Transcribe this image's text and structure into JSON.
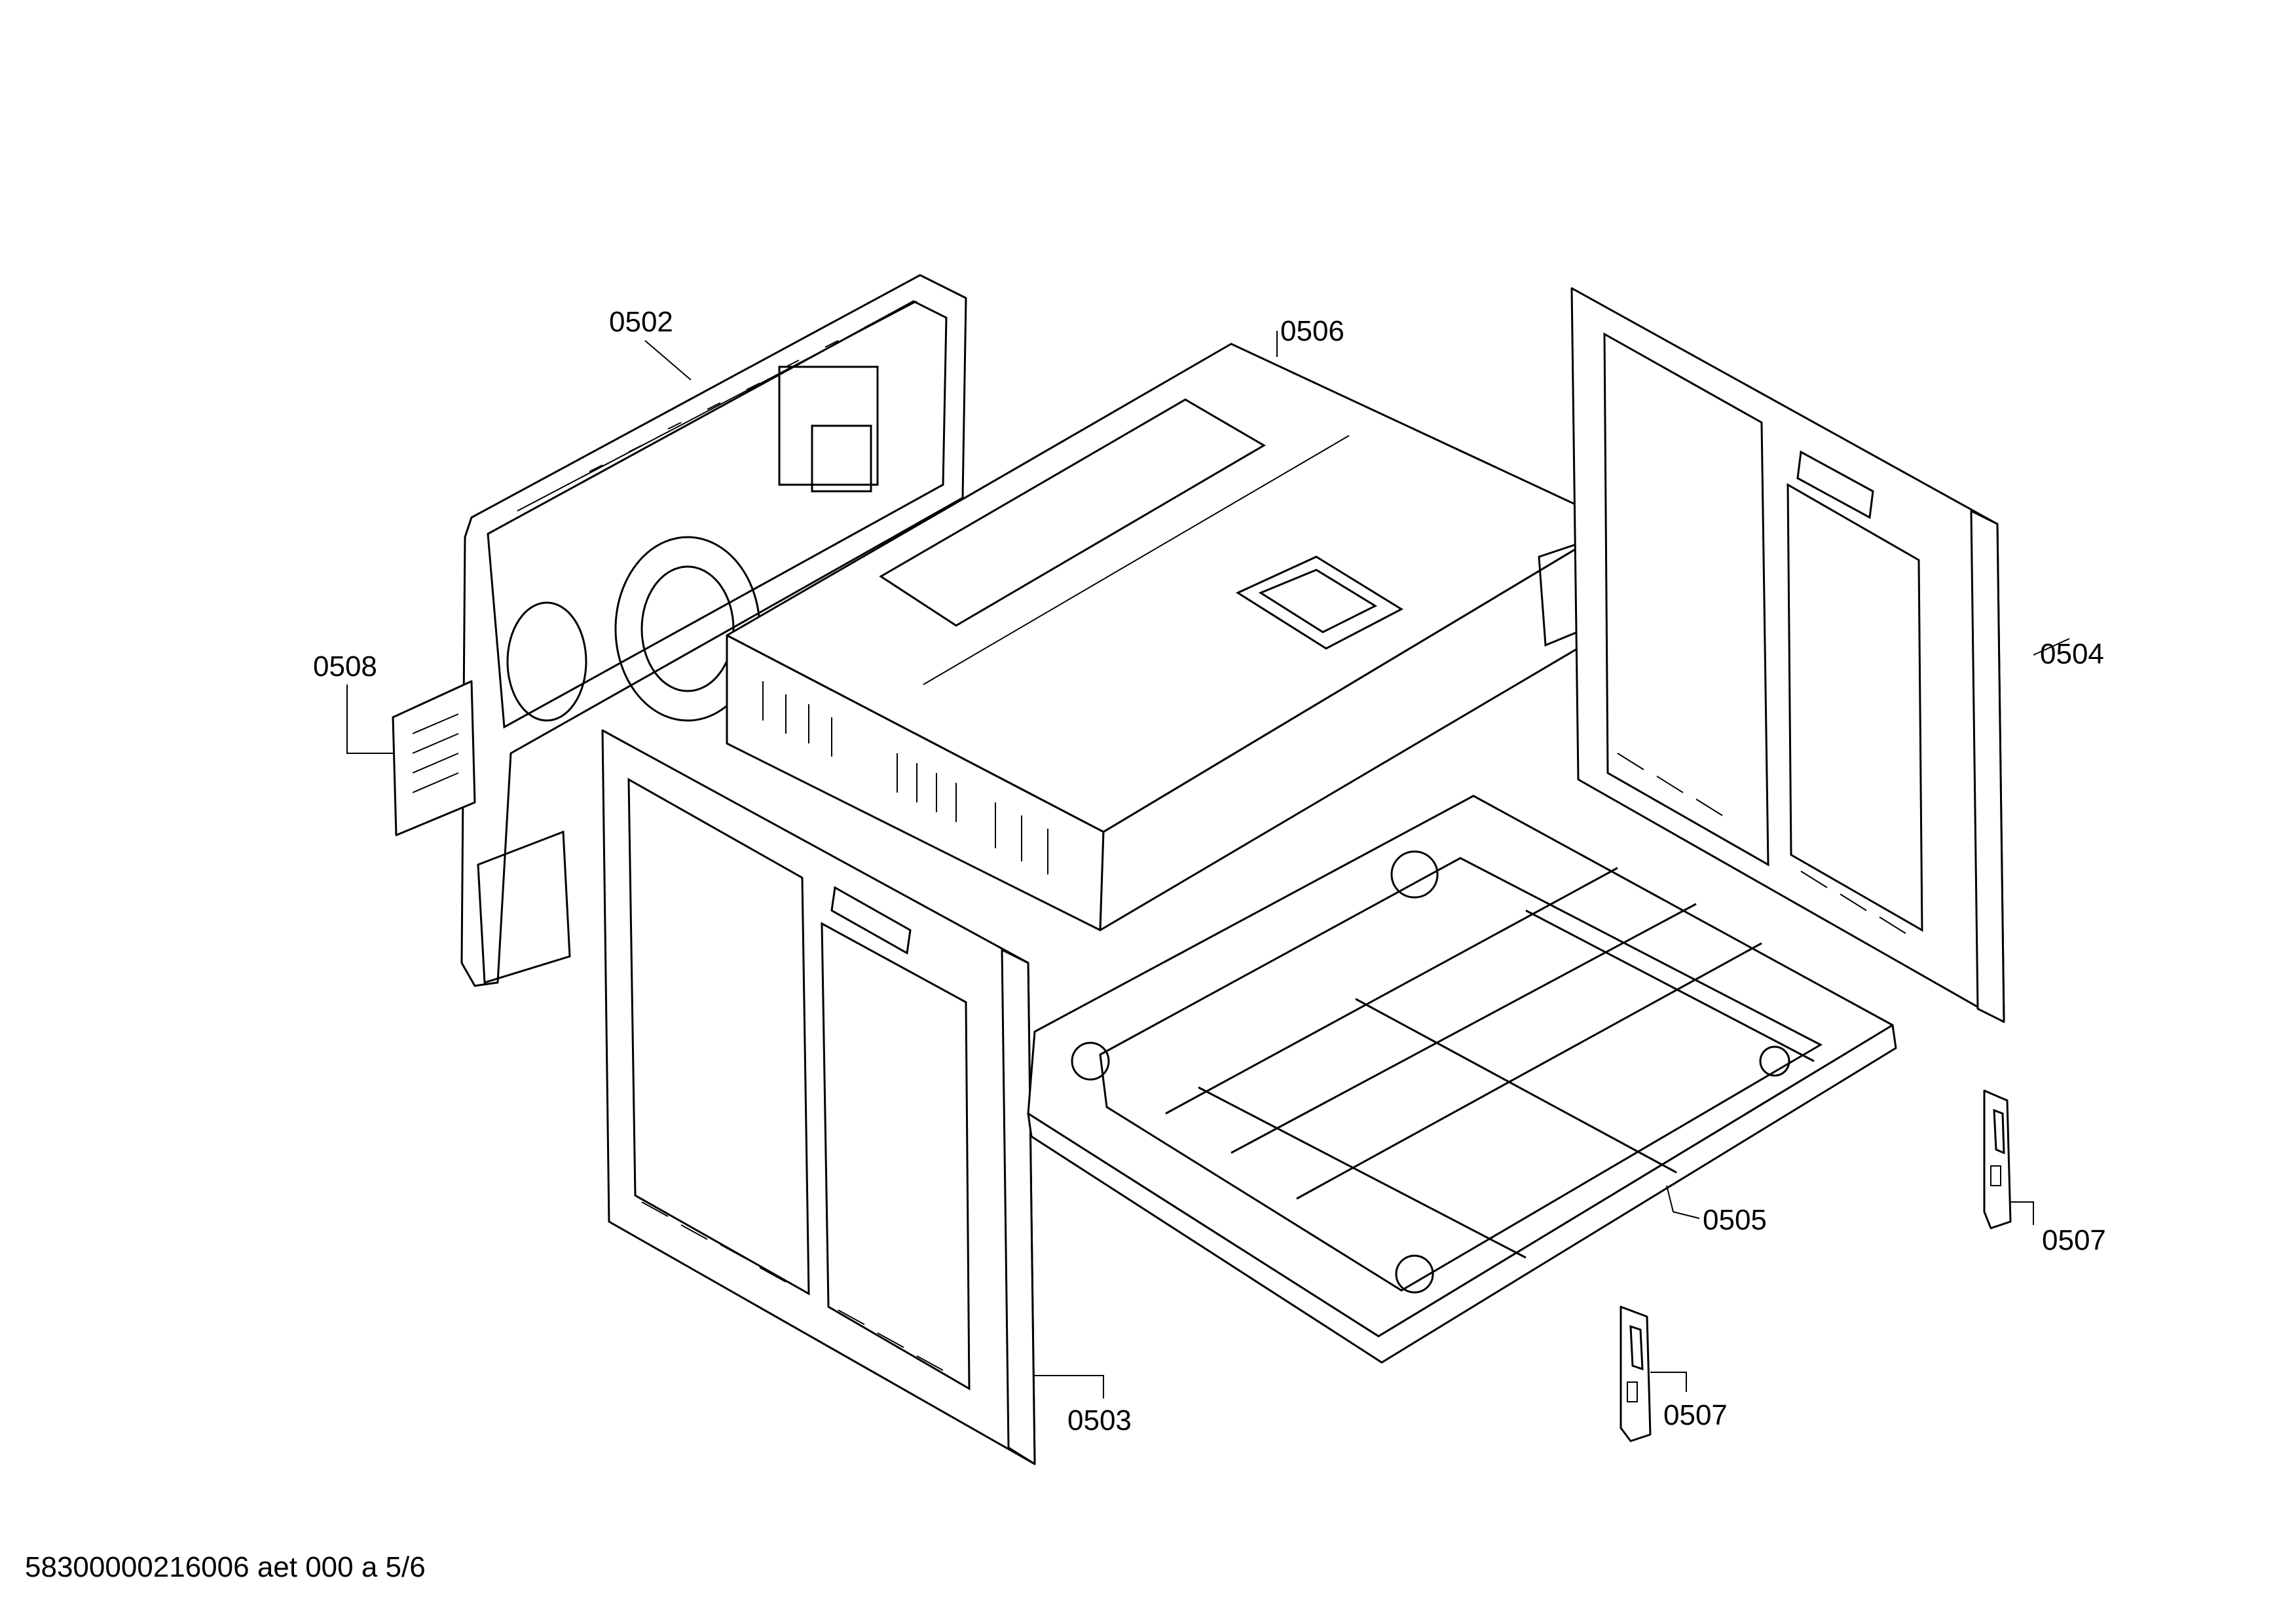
{
  "callouts": {
    "p0502": "0502",
    "p0503": "0503",
    "p0504": "0504",
    "p0505": "0505",
    "p0506": "0506",
    "p0507a": "0507",
    "p0507b": "0507",
    "p0508": "0508"
  },
  "footer": {
    "code": "58300000216006 aet 000 a 5/6"
  },
  "colors": {
    "line": "#000000",
    "background": "#ffffff"
  }
}
